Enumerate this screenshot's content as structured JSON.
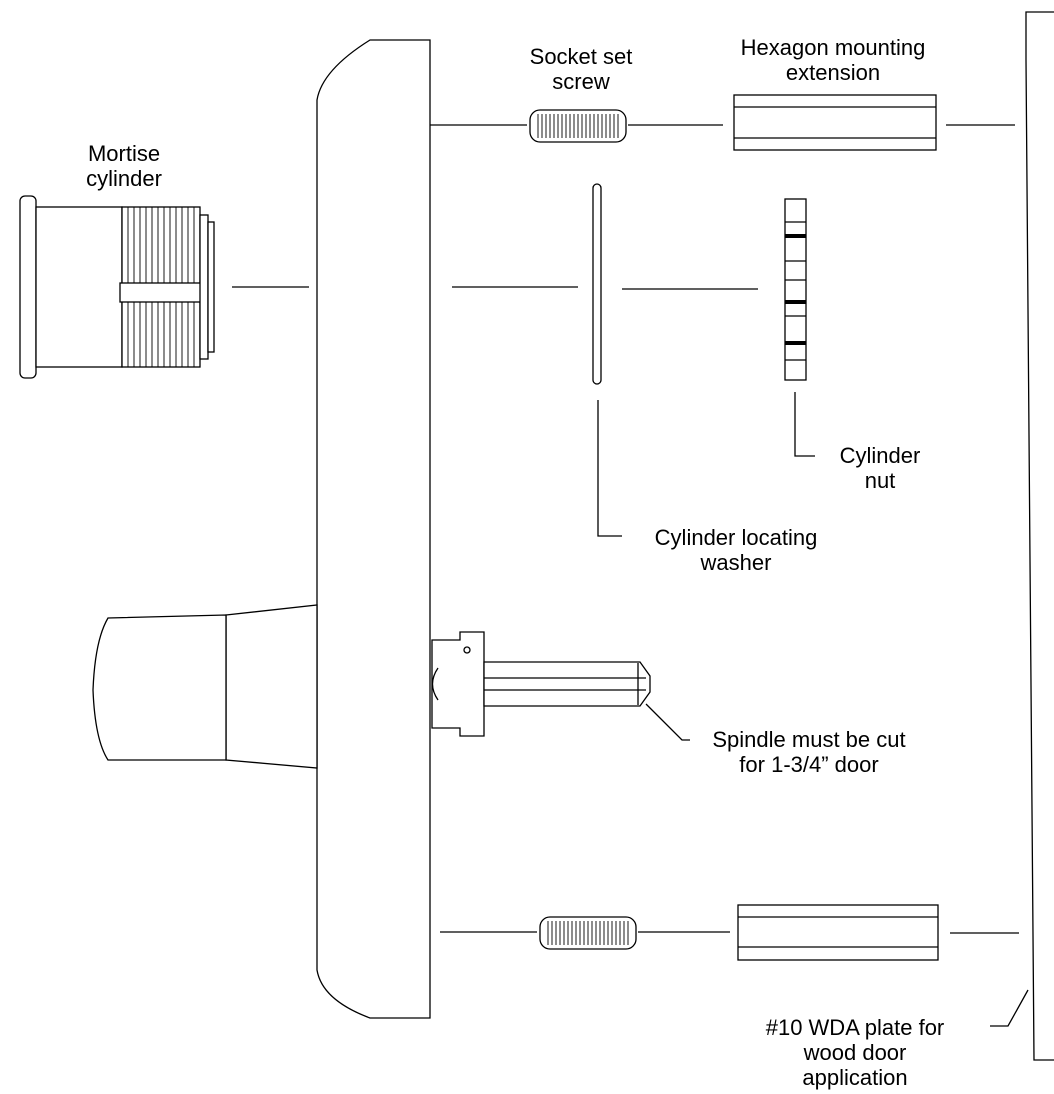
{
  "labels": {
    "mortise_cylinder": [
      "Mortise",
      "cylinder"
    ],
    "socket_set_screw": [
      "Socket set",
      "screw"
    ],
    "hexagon_mounting_extension": [
      "Hexagon mounting",
      "extension"
    ],
    "cylinder_nut": [
      "Cylinder",
      "nut"
    ],
    "cylinder_locating_washer": [
      "Cylinder locating",
      "washer"
    ],
    "spindle": [
      "Spindle must be cut",
      "for 1-3/4” door"
    ],
    "wda_plate": [
      "#10 WDA plate for",
      "wood door",
      "application"
    ]
  },
  "colors": {
    "line": "#000000",
    "background": "#ffffff"
  }
}
